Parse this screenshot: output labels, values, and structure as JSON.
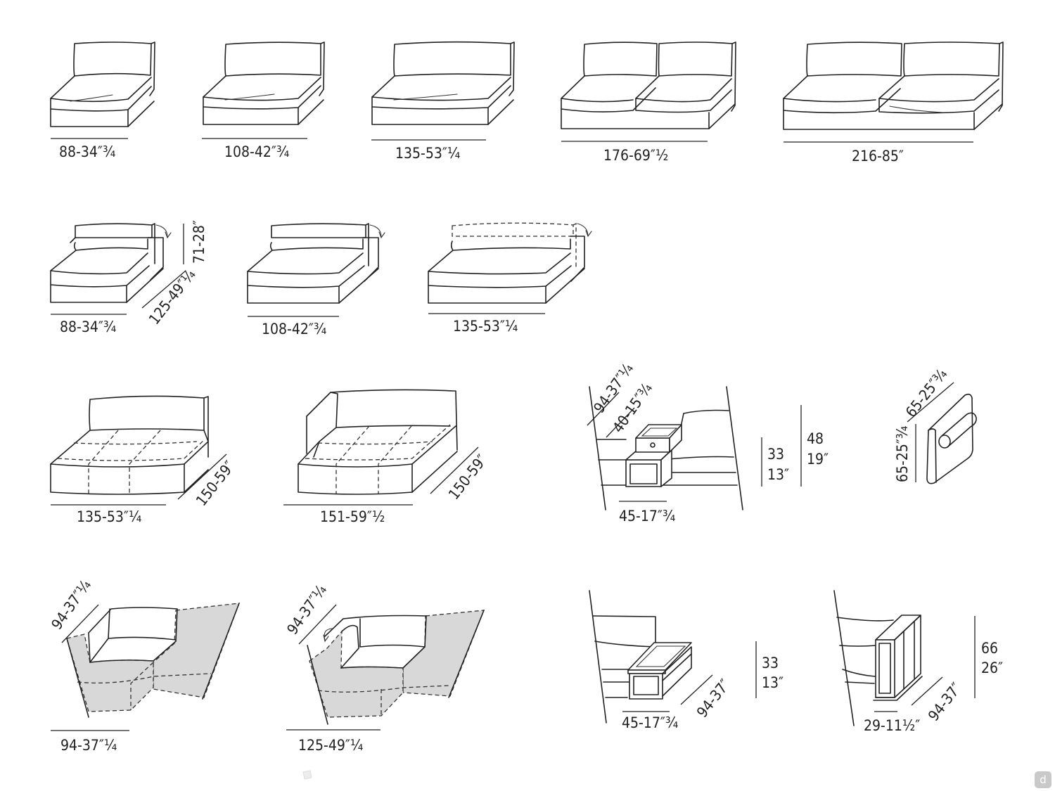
{
  "dimensions": {
    "d1": "88-34″¾",
    "d2": "108-42″¾",
    "d3": "135-53″¼",
    "d4": "176-69″½",
    "d5": "216-85″",
    "d6": "88-34″¾",
    "d7": "71-28″",
    "d8": "125-49″¼",
    "d9": "108-42″¾",
    "d10": "135-53″¼",
    "d11": "135-53″¼",
    "d12": "150-59″",
    "d13": "151-59″½",
    "d14": "150-59″",
    "d15": "94-37″¼",
    "d16": "40-15″¾",
    "d17": "45-17″¾",
    "d18": "33",
    "d19": "13″",
    "d20": "48",
    "d21": "19″",
    "d22": "65-25″¾",
    "d23": "65-25″¾",
    "d24": "94-37″¼",
    "d25": "94-37″¼",
    "d26": "94-37″¼",
    "d27": "125-49″¼",
    "d28": "45-17″¾",
    "d29": "94-37″",
    "d30": "33",
    "d31": "13″",
    "d32": "29-11½″",
    "d33": "94-37″",
    "d34": "66",
    "d35": "26″"
  },
  "watermark": {
    "logo_icon": "d-logo-icon",
    "label": "d"
  }
}
